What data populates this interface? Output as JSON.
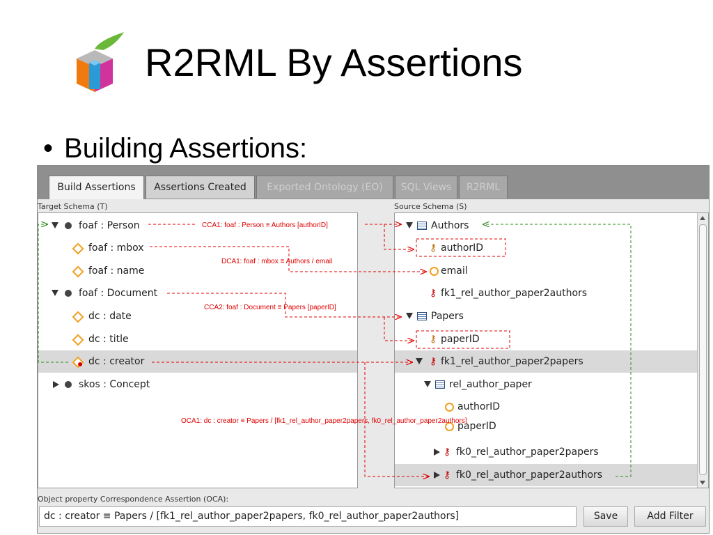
{
  "slide": {
    "title": "R2RML By Assertions",
    "bullet_marker": "•",
    "bullet": "Building Assertions:"
  },
  "logo": {
    "icon": "colored-cube-logo-icon",
    "colors": [
      "#f07a10",
      "#2b9bd8",
      "#d0339b",
      "#6ab83a"
    ]
  },
  "tabs": [
    {
      "label": "Build Assertions",
      "state": "active"
    },
    {
      "label": "Assertions Created",
      "state": "normal"
    },
    {
      "label": "Exported Ontology (EO)",
      "state": "disabled"
    },
    {
      "label": "SQL Views",
      "state": "disabled"
    },
    {
      "label": "R2RML",
      "state": "disabled"
    }
  ],
  "target": {
    "label": "Target Schema (T)",
    "rows": [
      {
        "text": "foaf : Person",
        "icon": "class-circle-icon",
        "expander": "expanded"
      },
      {
        "text": "foaf : mbox",
        "icon": "datatype-property-diamond-icon"
      },
      {
        "text": "foaf : name",
        "icon": "datatype-property-diamond-icon"
      },
      {
        "text": "foaf : Document",
        "icon": "class-circle-icon",
        "expander": "expanded"
      },
      {
        "text": "dc : date",
        "icon": "datatype-property-diamond-icon"
      },
      {
        "text": "dc : title",
        "icon": "datatype-property-diamond-icon"
      },
      {
        "text": "dc : creator",
        "icon": "object-property-diamond-icon",
        "selected": true
      },
      {
        "text": "skos : Concept",
        "icon": "class-circle-icon",
        "expander": "collapsed"
      }
    ]
  },
  "source": {
    "label": "Source Schema (S)",
    "rows": [
      {
        "text": "Authors",
        "icon": "table-icon",
        "expander": "expanded"
      },
      {
        "text": "authorID",
        "icon": "primary-key-icon"
      },
      {
        "text": "email",
        "icon": "column-circle-icon"
      },
      {
        "text": "fk1_rel_author_paper2authors",
        "icon": "foreign-key-icon"
      },
      {
        "text": "Papers",
        "icon": "table-icon",
        "expander": "expanded"
      },
      {
        "text": "paperID",
        "icon": "primary-key-icon"
      },
      {
        "text": "fk1_rel_author_paper2papers",
        "icon": "foreign-key-icon",
        "expander": "expanded",
        "selected": true
      },
      {
        "text": "rel_author_paper",
        "icon": "table-icon",
        "expander": "expanded"
      },
      {
        "text": "authorID",
        "icon": "column-circle-icon"
      },
      {
        "text": "paperID",
        "icon": "column-circle-icon"
      },
      {
        "text": "fk0_rel_author_paper2papers",
        "icon": "foreign-key-icon",
        "expander": "collapsed"
      },
      {
        "text": "fk0_rel_author_paper2authors",
        "icon": "foreign-key-icon",
        "expander": "collapsed",
        "selected": true
      }
    ]
  },
  "annotations": {
    "cca1": "CCA1: foaf : Person ≡ Authors [authorID]",
    "dca1": "DCA1: foaf : mbox ≡ Authors / email",
    "cca2": "CCA2: foaf : Document ≡ Papers [paperID]",
    "oca1": "OCA1: dc : creator ≡ Papers / [fk1_rel_author_paper2papers, fk0_rel_author_paper2authors]"
  },
  "oca": {
    "label": "Object property Correspondence Assertion (OCA):",
    "value": "dc : creator ≡ Papers / [fk1_rel_author_paper2papers, fk0_rel_author_paper2authors]"
  },
  "buttons": {
    "save": "Save",
    "add_filter": "Add Filter"
  },
  "colors": {
    "annotation_red": "#e00000",
    "annotation_green": "#2a8a1a",
    "selection": "#d9d9d9",
    "tab_bar": "#8f8f8f"
  }
}
